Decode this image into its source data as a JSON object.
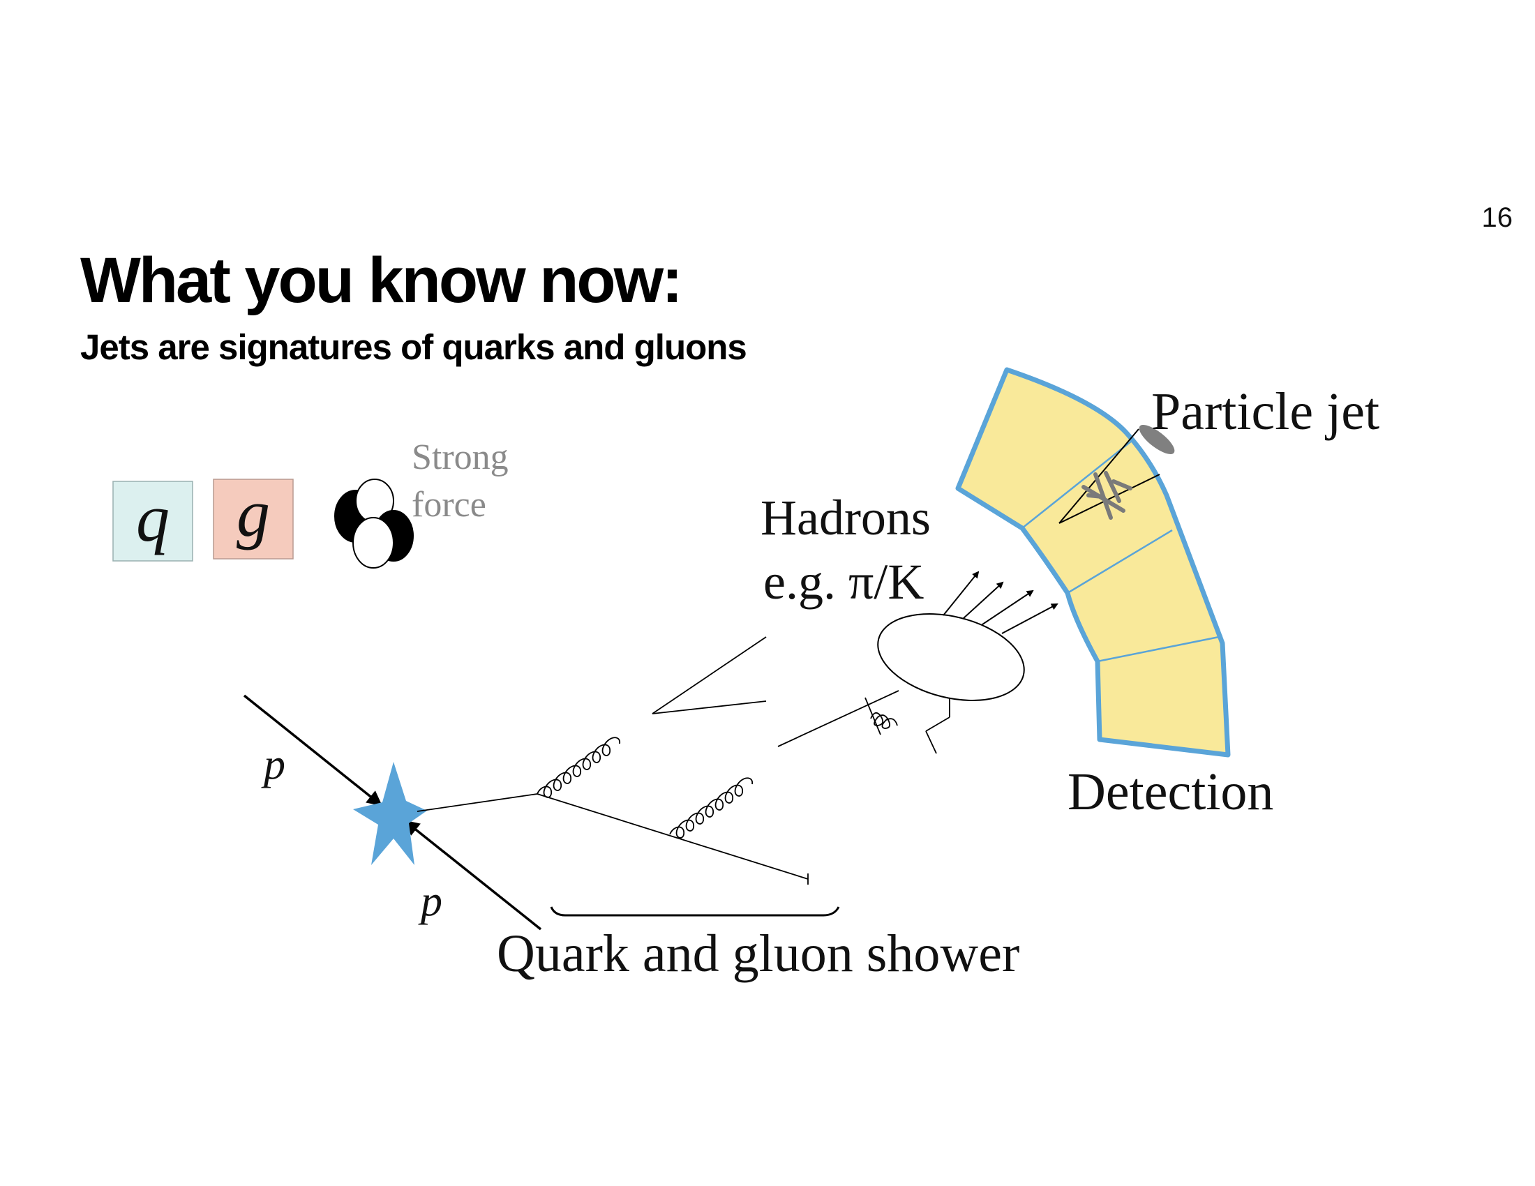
{
  "page_number": "16",
  "title": "What you know now:",
  "subtitle": "Jets are signatures of quarks and gluons",
  "legend": {
    "quark_symbol": "q",
    "gluon_symbol": "g",
    "strong_force_line1": "Strong",
    "strong_force_line2": "force"
  },
  "labels": {
    "proton_top": "p",
    "proton_bottom": "p",
    "hadrons": "Hadrons",
    "hadrons_example": "e.g. π/K",
    "particle_jet": "Particle jet",
    "detection": "Detection",
    "shower": "Quark and gluon shower"
  },
  "colors": {
    "quark_box": "#dcf0ef",
    "gluon_box": "#f5cbbd",
    "star": "#5aa4d8",
    "detector_fill": "#f9e99a",
    "detector_border": "#5aa4d8",
    "strong_force_text": "#8a8a8a"
  }
}
